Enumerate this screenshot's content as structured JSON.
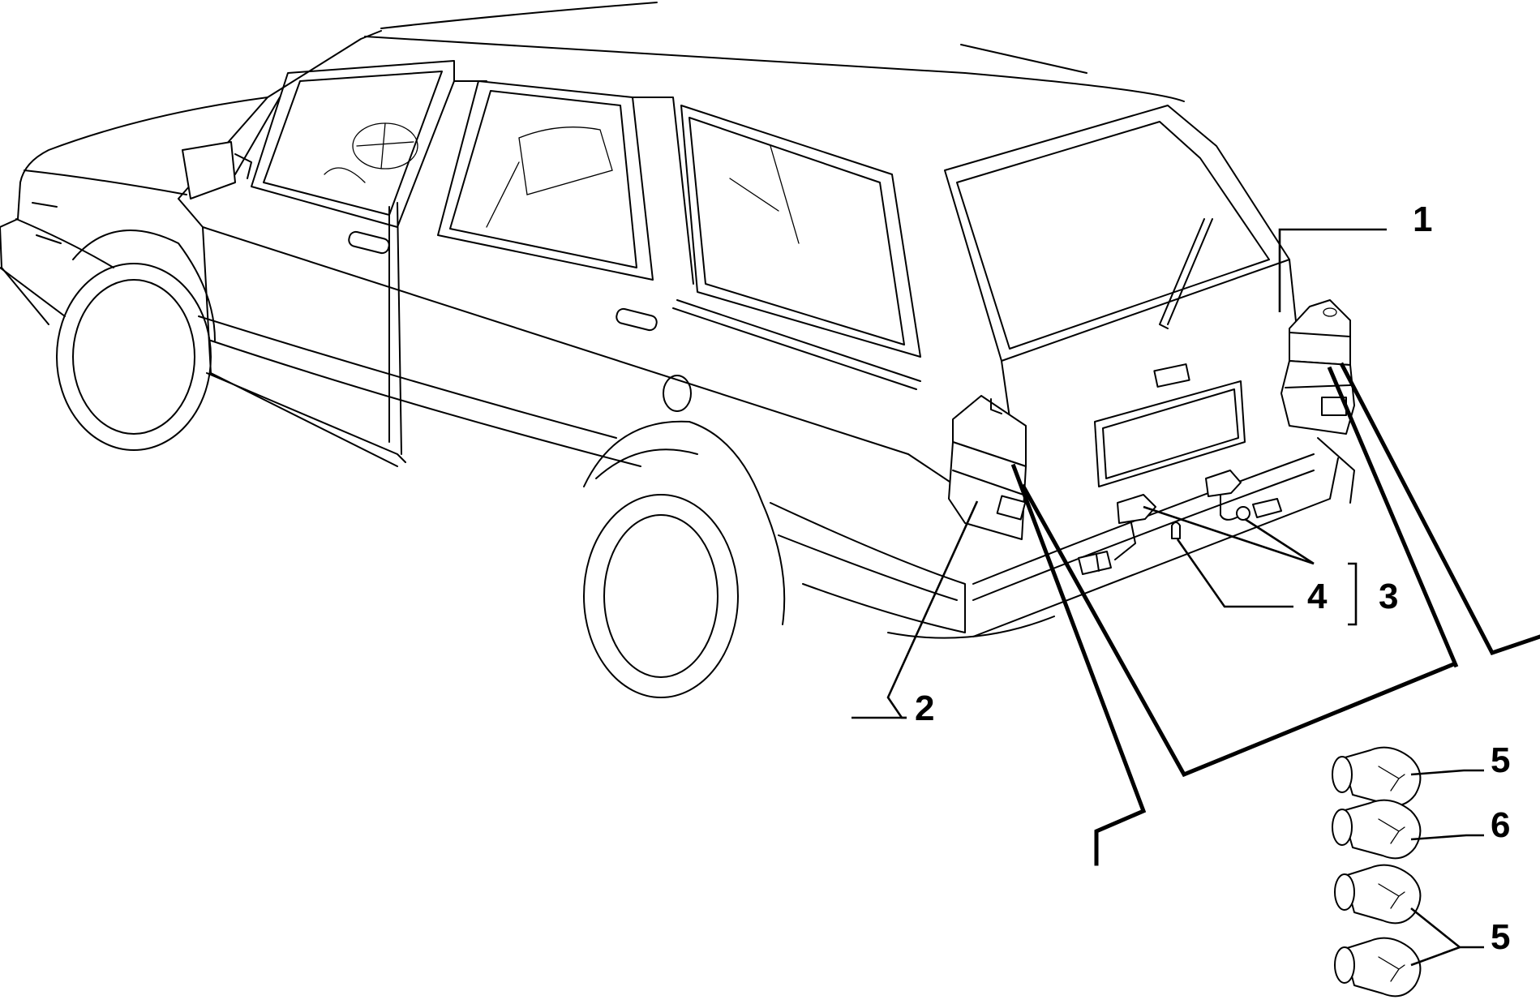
{
  "callouts": {
    "c1": "1",
    "c2": "2",
    "c3": "3",
    "c4a": "4",
    "c5a": "5",
    "c6": "6",
    "c5b": "5"
  }
}
